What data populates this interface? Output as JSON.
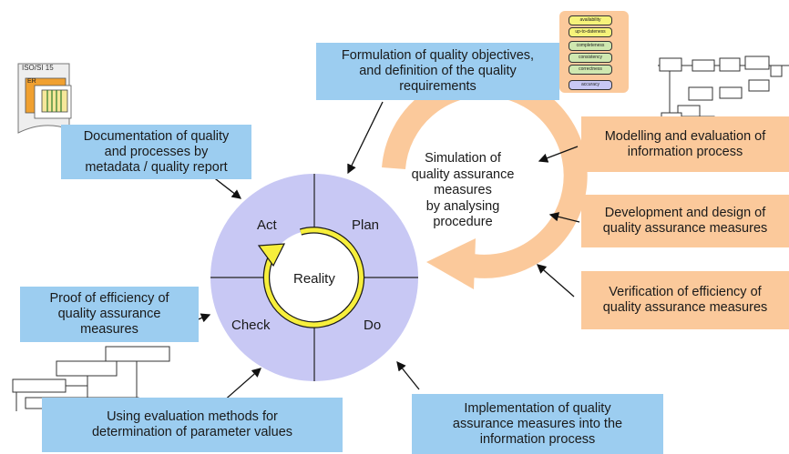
{
  "boxes": {
    "formulation": "Formulation of quality objectives,\nand definition of the quality\nrequirements",
    "documentation": "Documentation of quality\nand processes by\nmetadata / quality report",
    "modelling": "Modelling and evaluation of\ninformation process",
    "development": "Development and design of\nquality assurance measures",
    "verification": "Verification of efficiency of\nquality assurance measures",
    "proof": "Proof of efficiency of\nquality assurance\nmeasures",
    "evaluation": "Using evaluation methods for\ndetermination of parameter values",
    "implementation": "Implementation of quality\nassurance measures into the\ninformation process"
  },
  "cycle": {
    "act": "Act",
    "plan": "Plan",
    "check": "Check",
    "do": "Do",
    "center": "Reality"
  },
  "simulation": "Simulation of\nquality assurance\nmeasures\nby analysing\nprocedure",
  "thumbnails": {
    "iso_title": "ISO/SI 15",
    "iso_inner": "ER",
    "objectives_list": [
      "availability",
      "up-to-dateness",
      "completeness",
      "consistency",
      "correctness",
      "accuracy"
    ]
  },
  "colors": {
    "blue_box": "#9ccdf0",
    "orange_box": "#fbc99b",
    "cycle_fill": "#c8c8f4",
    "ring": "#f7ef3c",
    "big_arrow": "#fbc99b"
  }
}
